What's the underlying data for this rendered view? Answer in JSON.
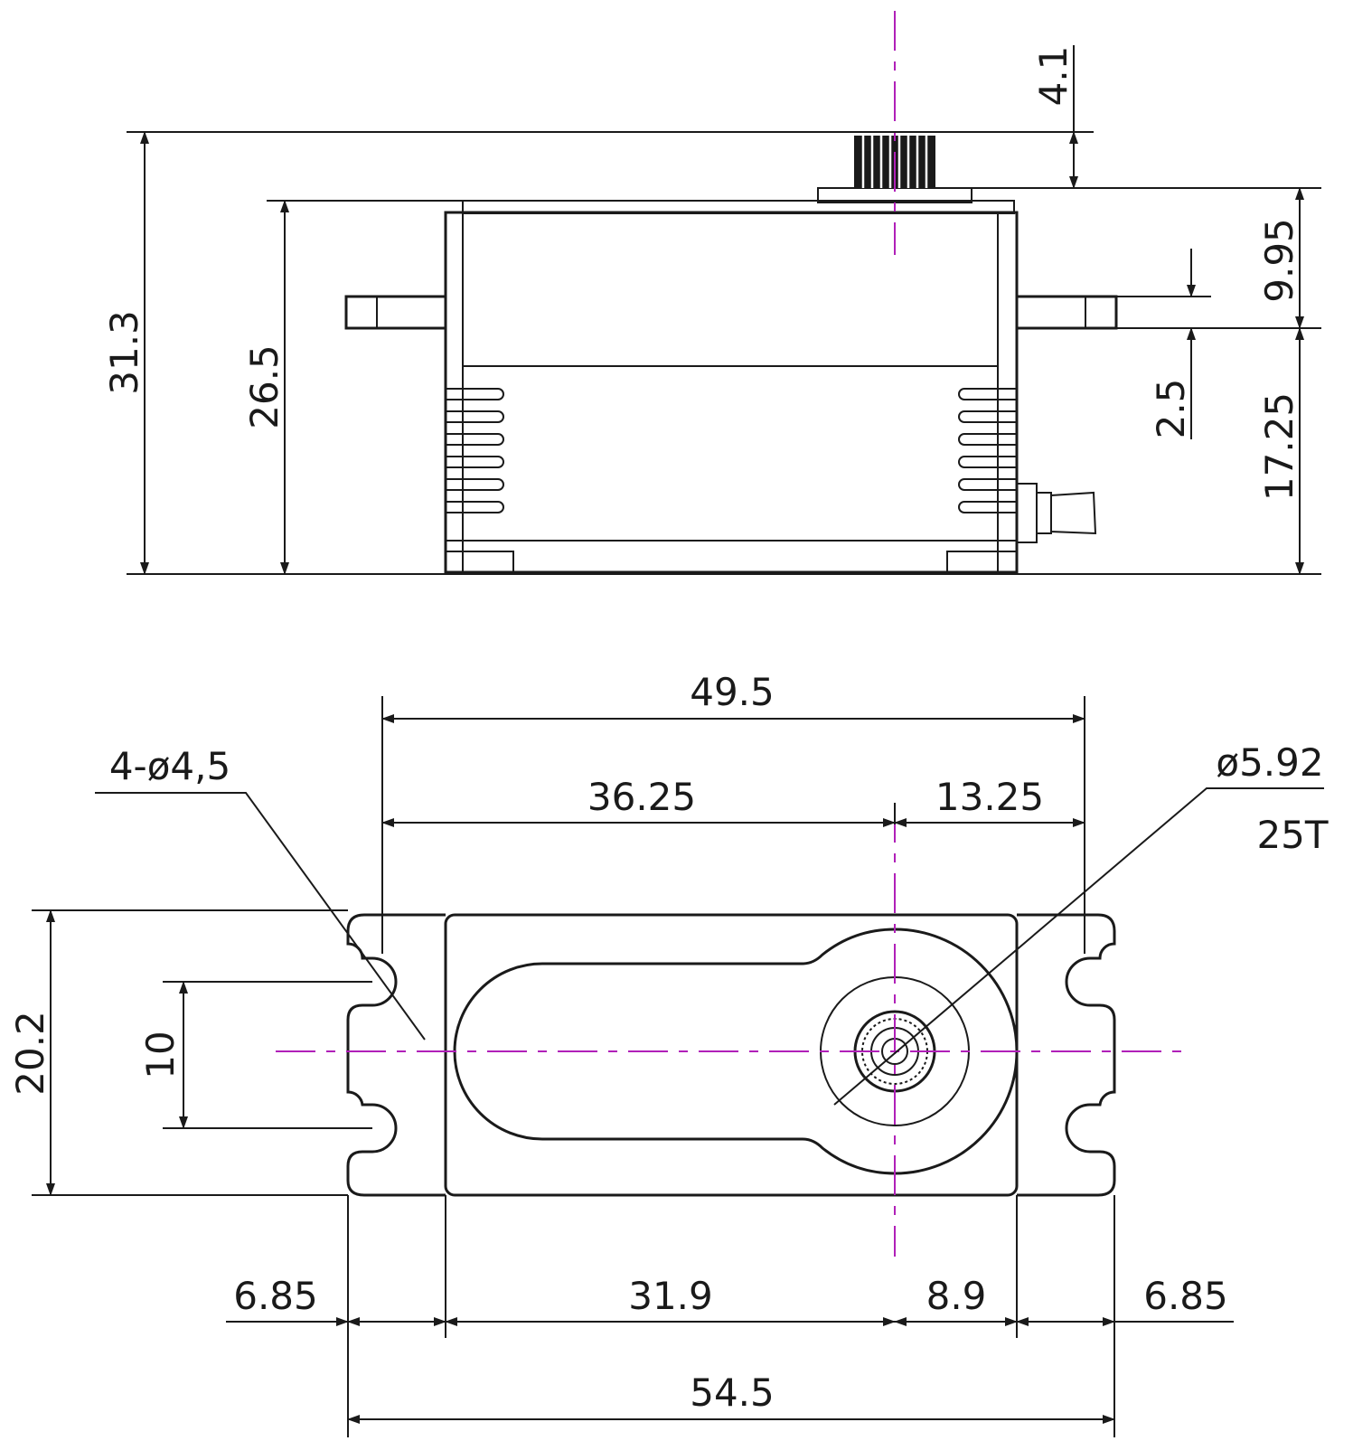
{
  "side_view": {
    "shaft_height": "4.1",
    "total_height": "31.3",
    "case_height": "26.5",
    "top_to_flange": "9.95",
    "flange_thickness": "2.5",
    "flange_to_base": "17.25"
  },
  "top_view": {
    "mount_spacing": "49.5",
    "center_offset": "36.25",
    "center_to_right_hole": "13.25",
    "mount_holes": "4-ø4,5",
    "spline_diameter": "ø5.92",
    "spline_teeth": "25T",
    "width": "20.2",
    "hole_gap": "10",
    "left_tab": "6.85",
    "body_to_center": "31.9",
    "center_to_body_end": "8.9",
    "right_tab": "6.85",
    "overall_length": "54.5"
  },
  "colors": {
    "line": "#1a1a1a",
    "centerline": "#b020b8"
  }
}
